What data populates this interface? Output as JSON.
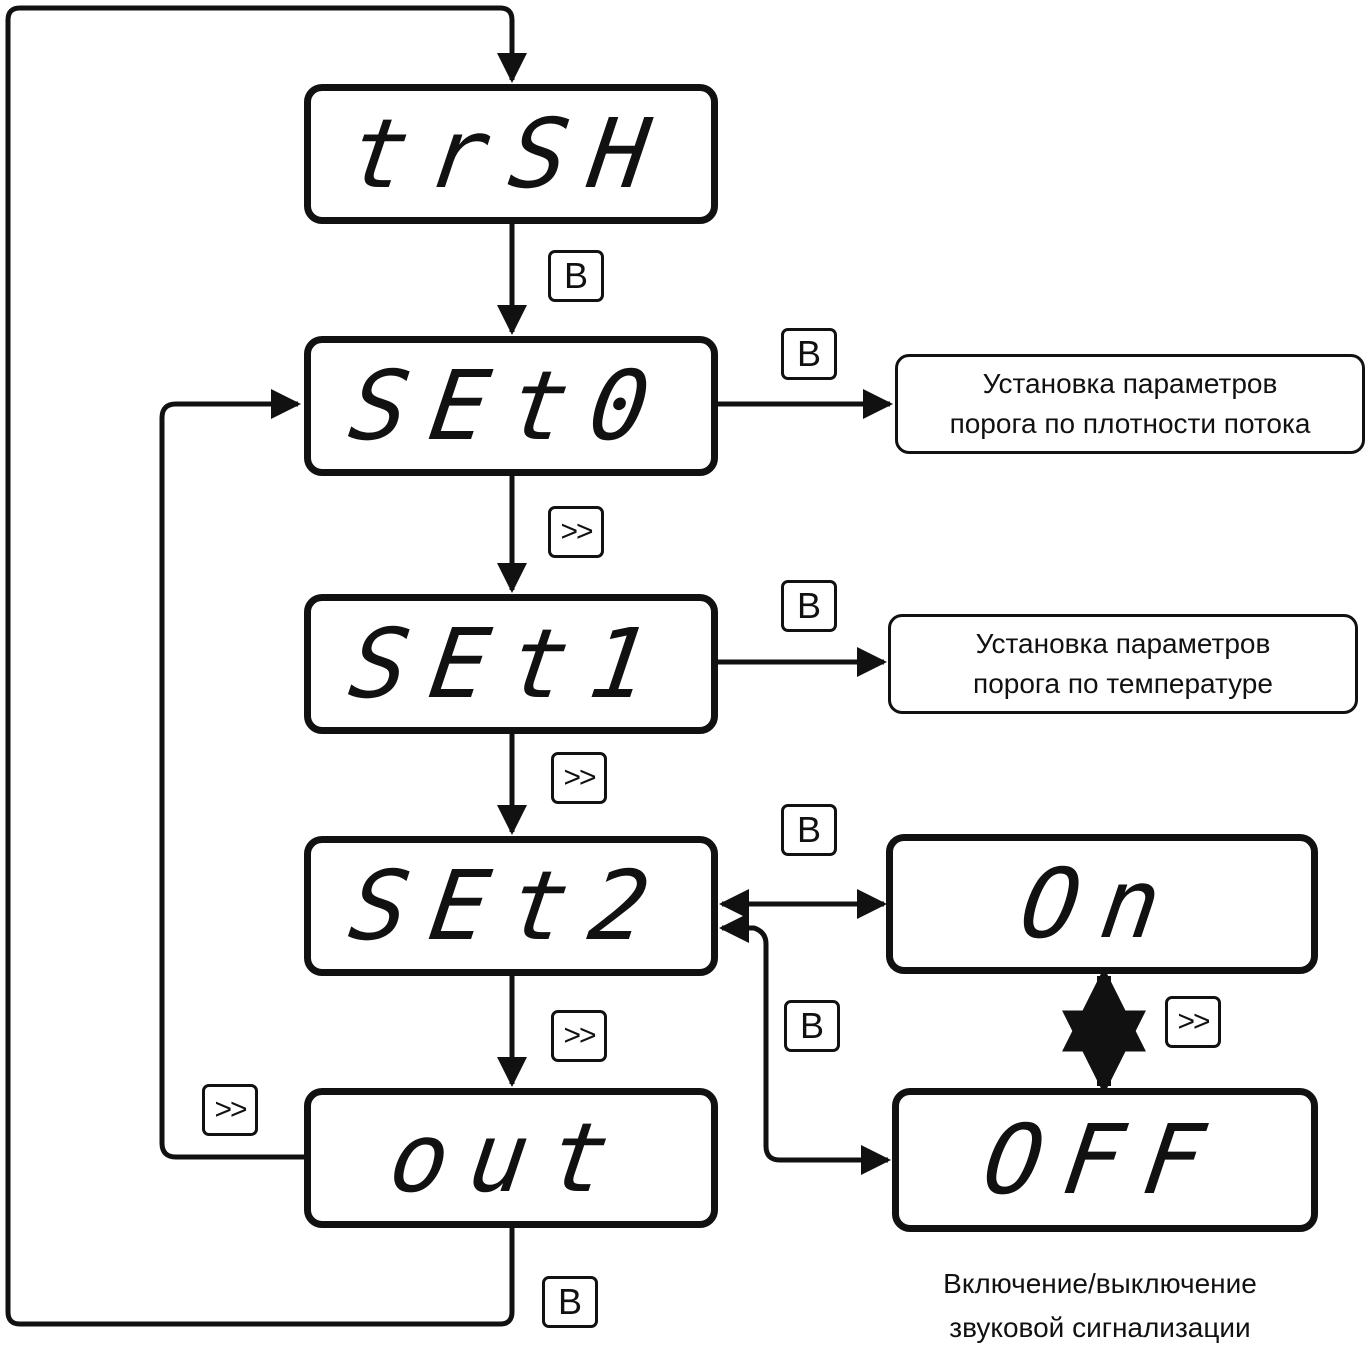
{
  "displays": {
    "trsh": "trSH",
    "set0": "SEt0",
    "set1": "SEt1",
    "set2": "SEt2",
    "out": "out",
    "on": "On",
    "off": "OFF"
  },
  "keys": {
    "b": "B",
    "next": ">>"
  },
  "notes": {
    "set0_line1": "Установка параметров",
    "set0_line2": "порога по плотности потока",
    "set1_line1": "Установка параметров",
    "set1_line2": "порога по температуре"
  },
  "caption": {
    "line1": "Включение/выключение",
    "line2": "звуковой сигнализации"
  }
}
